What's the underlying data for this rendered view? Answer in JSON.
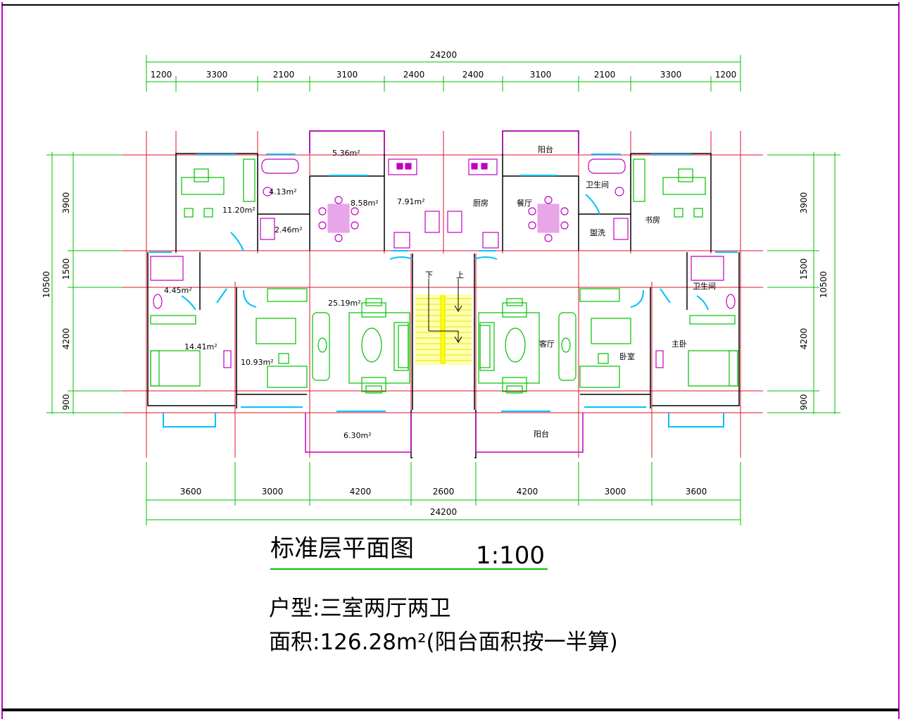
{
  "title": "标准层平面图",
  "scale": "1:100",
  "unit_type": "户型:三室两厅两卫",
  "area_line": "面积:126.28m²(阳台面积按一半算)",
  "colors": {
    "axis": "#e0102a",
    "dimension": "#00c000",
    "wall": "#000000",
    "furniture": "#00c000",
    "fixture": "#c000c0",
    "window": "#00c0ff",
    "stair": "#ffff60"
  },
  "dims": {
    "top_total": "24200",
    "top_segments": [
      "1200",
      "3300",
      "2100",
      "3100",
      "2400",
      "2400",
      "3100",
      "2100",
      "3300",
      "1200"
    ],
    "bottom_segments": [
      "3600",
      "3000",
      "4200",
      "2600",
      "4200",
      "3000",
      "3600"
    ],
    "bottom_total": "24200",
    "left_total": "10500",
    "right_total": "10500",
    "side_segments": [
      "3900",
      "1500",
      "4200",
      "900"
    ]
  },
  "rooms": {
    "r1": "5.36m²",
    "r2": "阳台",
    "r3": "4.13m²",
    "r4": "11.20m²",
    "r5": "8.58m²",
    "r6": "7.91m²",
    "r7": "厨房",
    "r8": "餐厅",
    "r9": "卫生间",
    "r10": "2.46m²",
    "r11": "盥洗",
    "r12": "书房",
    "r13": "4.45m²",
    "r14": "卫生间",
    "r15": "下",
    "r16": "上",
    "r17": "25.19m²",
    "r18": "客厅",
    "r19": "14.41m²",
    "r20": "10.93m²",
    "r21": "卧室",
    "r22": "主卧",
    "r23": "6.30m²",
    "r24": "阳台"
  }
}
